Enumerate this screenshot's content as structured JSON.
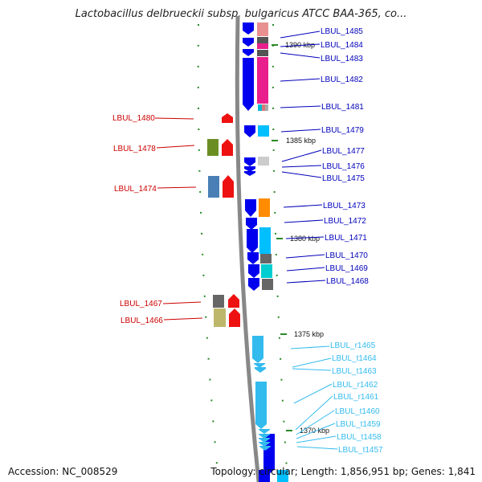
{
  "title": "Lactobacillus delbrueckii subsp. bulgaricus ATCC BAA-365, co...",
  "footer": {
    "accession": "Accession: NC_008529",
    "topology": "Topology: circular; Length: 1,856,951 bp; Genes: 1,841"
  },
  "colors": {
    "forward_label": "#0000bb",
    "reverse_label": "#cc0000",
    "rna_label": "#33bbee",
    "ticks": "#228822",
    "backbone": "#888888"
  },
  "scale_labels": [
    "1390 kbp",
    "1385 kbp",
    "1380 kbp",
    "1375 kbp",
    "1370 kbp"
  ],
  "forward_genes": [
    "LBUL_1485",
    "LBUL_1484",
    "LBUL_1483",
    "LBUL_1482",
    "LBUL_1481",
    "LBUL_1479",
    "LBUL_1477",
    "LBUL_1476",
    "LBUL_1475",
    "LBUL_1473",
    "LBUL_1472",
    "LBUL_1471",
    "LBUL_1470",
    "LBUL_1469",
    "LBUL_1468"
  ],
  "reverse_genes": [
    "LBUL_1480",
    "LBUL_1478",
    "LBUL_1474",
    "LBUL_1467",
    "LBUL_1466"
  ],
  "rna_genes": [
    "LBUL_r1465",
    "LBUL_t1464",
    "LBUL_t1463",
    "LBUL_r1462",
    "LBUL_r1461",
    "LBUL_t1460",
    "LBUL_t1459",
    "LBUL_t1458",
    "LBUL_t1457"
  ]
}
